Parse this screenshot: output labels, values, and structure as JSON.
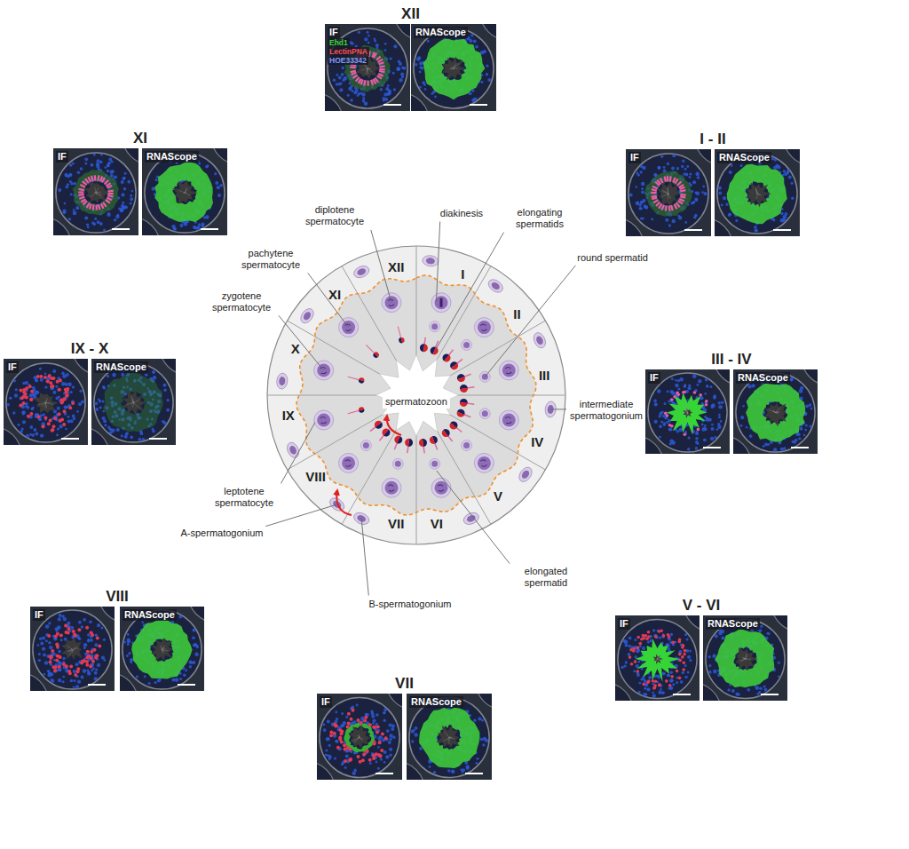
{
  "diagram": {
    "nodes": [
      {
        "text": [
          "XII"
        ]
      },
      {
        "text": [
          "IF",
          "Ehd1",
          "LectinPNA",
          "HOE33342"
        ],
        "in": 0
      },
      {
        "text": [
          "RNAScope"
        ],
        "in": 0
      },
      {
        "text": [
          "XI"
        ]
      },
      {
        "text": [
          "IF"
        ],
        "in": 3
      },
      {
        "text": [
          "RNAScope"
        ],
        "in": 3
      },
      {
        "text": [
          "I - II"
        ]
      },
      {
        "text": [
          "IF"
        ],
        "in": 6
      },
      {
        "text": [
          "RNAScope"
        ],
        "in": 6
      },
      {
        "text": [
          "IX - X"
        ]
      },
      {
        "text": [
          "IF"
        ],
        "in": 9
      },
      {
        "text": [
          "RNAScope"
        ],
        "in": 9
      },
      {
        "text": [
          "III - IV"
        ]
      },
      {
        "text": [
          "IF"
        ],
        "in": 12
      },
      {
        "text": [
          "RNAScope"
        ],
        "in": 12
      },
      {
        "text": [
          "VIII"
        ]
      },
      {
        "text": [
          "IF"
        ],
        "in": 15
      },
      {
        "text": [
          "RNAScope"
        ],
        "in": 15
      },
      {
        "text": [
          "V - VI"
        ]
      },
      {
        "text": [
          "IF"
        ],
        "in": 18
      },
      {
        "text": [
          "RNAScope"
        ],
        "in": 18
      },
      {
        "text": [
          "VII"
        ]
      },
      {
        "text": [
          "IF"
        ],
        "in": 21
      },
      {
        "text": [
          "RNAScope"
        ],
        "in": 21
      }
    ],
    "labels": [
      "XII",
      "I",
      "II",
      "III",
      "IV",
      "V",
      "VI",
      "VII",
      "VIII",
      "IX",
      "X",
      "XI",
      "diplotene spermatocyte",
      "diakinesis",
      "elongating spermatids",
      "pachytene spermatocyte",
      "zygotene spermatocyte",
      "round spermatid",
      "spermatozoon",
      "leptotene spermatocyte",
      "A-spermatogonium",
      "intermediate spermatogonium",
      "B-spermatogonium",
      "elongated spermatid"
    ]
  }
}
